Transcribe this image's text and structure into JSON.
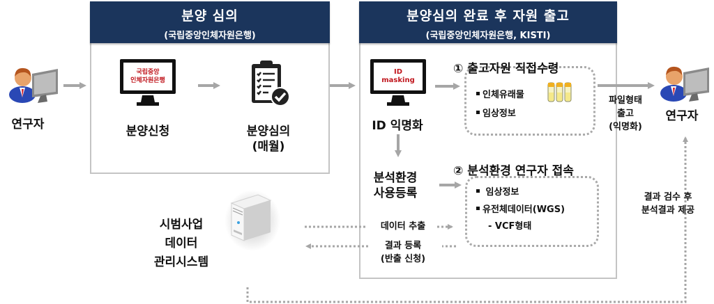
{
  "left_actor": {
    "label": "연구자"
  },
  "review_panel": {
    "title": "분양 심의",
    "subtitle": "(국립중앙인체자원은행)",
    "step_apply": {
      "label": "분양신청",
      "screen_text_line1": "국립중앙",
      "screen_text_line2": "인체자원은행"
    },
    "step_review": {
      "label_line1": "분양심의",
      "label_line2": "(매월)"
    }
  },
  "release_panel": {
    "title": "분양심의 완료 후 자원 출고",
    "subtitle": "(국립중앙인체자원은행, KISTI)",
    "masking": {
      "screen_text_line1": "ID",
      "screen_text_line2": "masking",
      "label": "ID 익명화"
    },
    "register": {
      "label_line1": "분석환경",
      "label_line2": "사용등록"
    },
    "option1": {
      "title": "① 출고자원 직접수령",
      "items": [
        "인체유래물",
        "임상정보"
      ]
    },
    "option2": {
      "title": "② 분석환경 연구자 접속",
      "items": [
        "임상정보",
        "유전체데이터(WGS)"
      ],
      "subitem": "- VCF형태"
    },
    "data_extract_label": "데이터 추출",
    "result_register_line1": "결과 등록",
    "result_register_line2": "(반출 신청)"
  },
  "file_release": {
    "line1": "파일형태",
    "line2": "출고",
    "line3": "(익명화)"
  },
  "right_actor": {
    "label": "연구자"
  },
  "result_feedback": {
    "line1": "결과 검수 후",
    "line2": "분석결과 제공"
  },
  "server": {
    "line1": "시범사업",
    "line2": "데이터",
    "line3": "관리시스템"
  },
  "colors": {
    "header_bg": "#1b355c",
    "screen_text": "#c0161d",
    "arrow": "#a6a6a6",
    "border": "#c4c4c4"
  }
}
